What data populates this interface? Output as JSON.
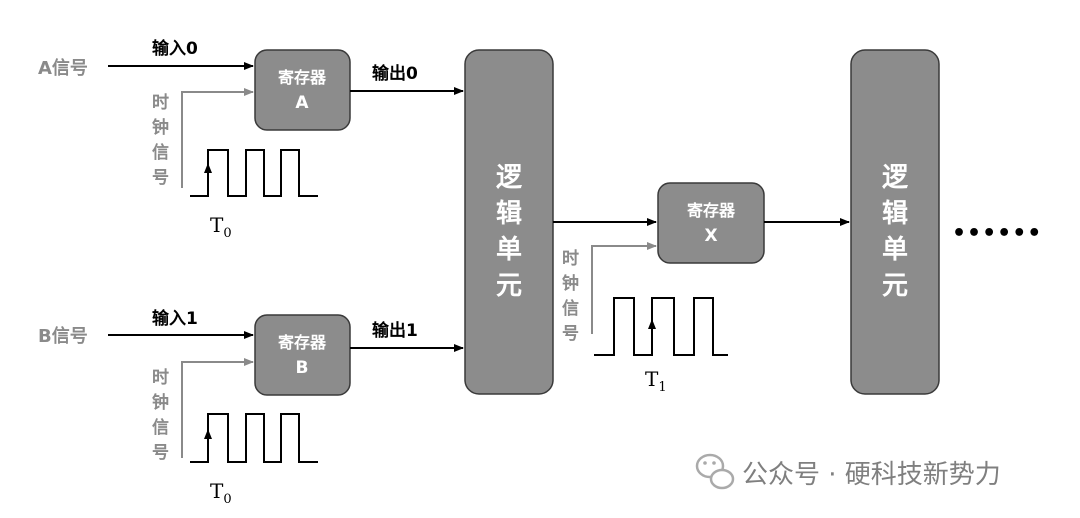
{
  "signals": {
    "a": "A信号",
    "b": "B信号"
  },
  "inputs": {
    "in0": "输入0",
    "in1": "输入1"
  },
  "outputs": {
    "out0": "输出0",
    "out1": "输出1"
  },
  "clock_label": [
    "时",
    "钟",
    "信",
    "号"
  ],
  "registers": {
    "a": [
      "寄存器",
      "A"
    ],
    "b": [
      "寄存器",
      "B"
    ],
    "x": [
      "寄存器",
      "X"
    ]
  },
  "logic_unit": [
    "逻",
    "辑",
    "单",
    "元"
  ],
  "periods": {
    "t0_top": {
      "base": "T",
      "sub": "0"
    },
    "t0_bottom": {
      "base": "T",
      "sub": "0"
    },
    "t1": {
      "base": "T",
      "sub": "1"
    }
  },
  "ellipsis": "••••••",
  "watermark": {
    "icon": "wechat-icon",
    "text": "公众号 · 硬科技新势力"
  },
  "colors": {
    "box_fill": "#8c8c8c",
    "box_stroke": "#3a3a3a",
    "signal_gray": "#8a8a8a",
    "line": "#000000",
    "clock_line": "#8a8a8a"
  }
}
